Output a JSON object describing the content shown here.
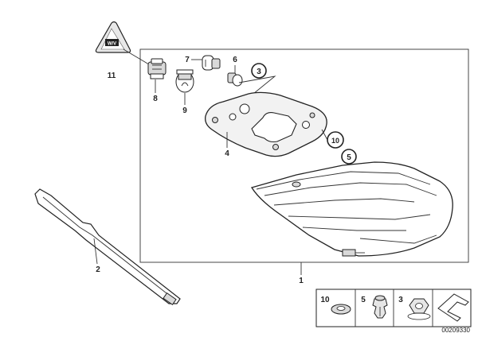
{
  "callouts": {
    "c1": "1",
    "c2": "2",
    "c3": "3",
    "c4": "4",
    "c5": "5",
    "c6": "6",
    "c7": "7",
    "c8": "8",
    "c9": "9",
    "c10": "10",
    "c11": "11"
  },
  "legend": {
    "item_10": "10",
    "item_5": "5",
    "item_3": "3"
  },
  "image_code": "00209330"
}
